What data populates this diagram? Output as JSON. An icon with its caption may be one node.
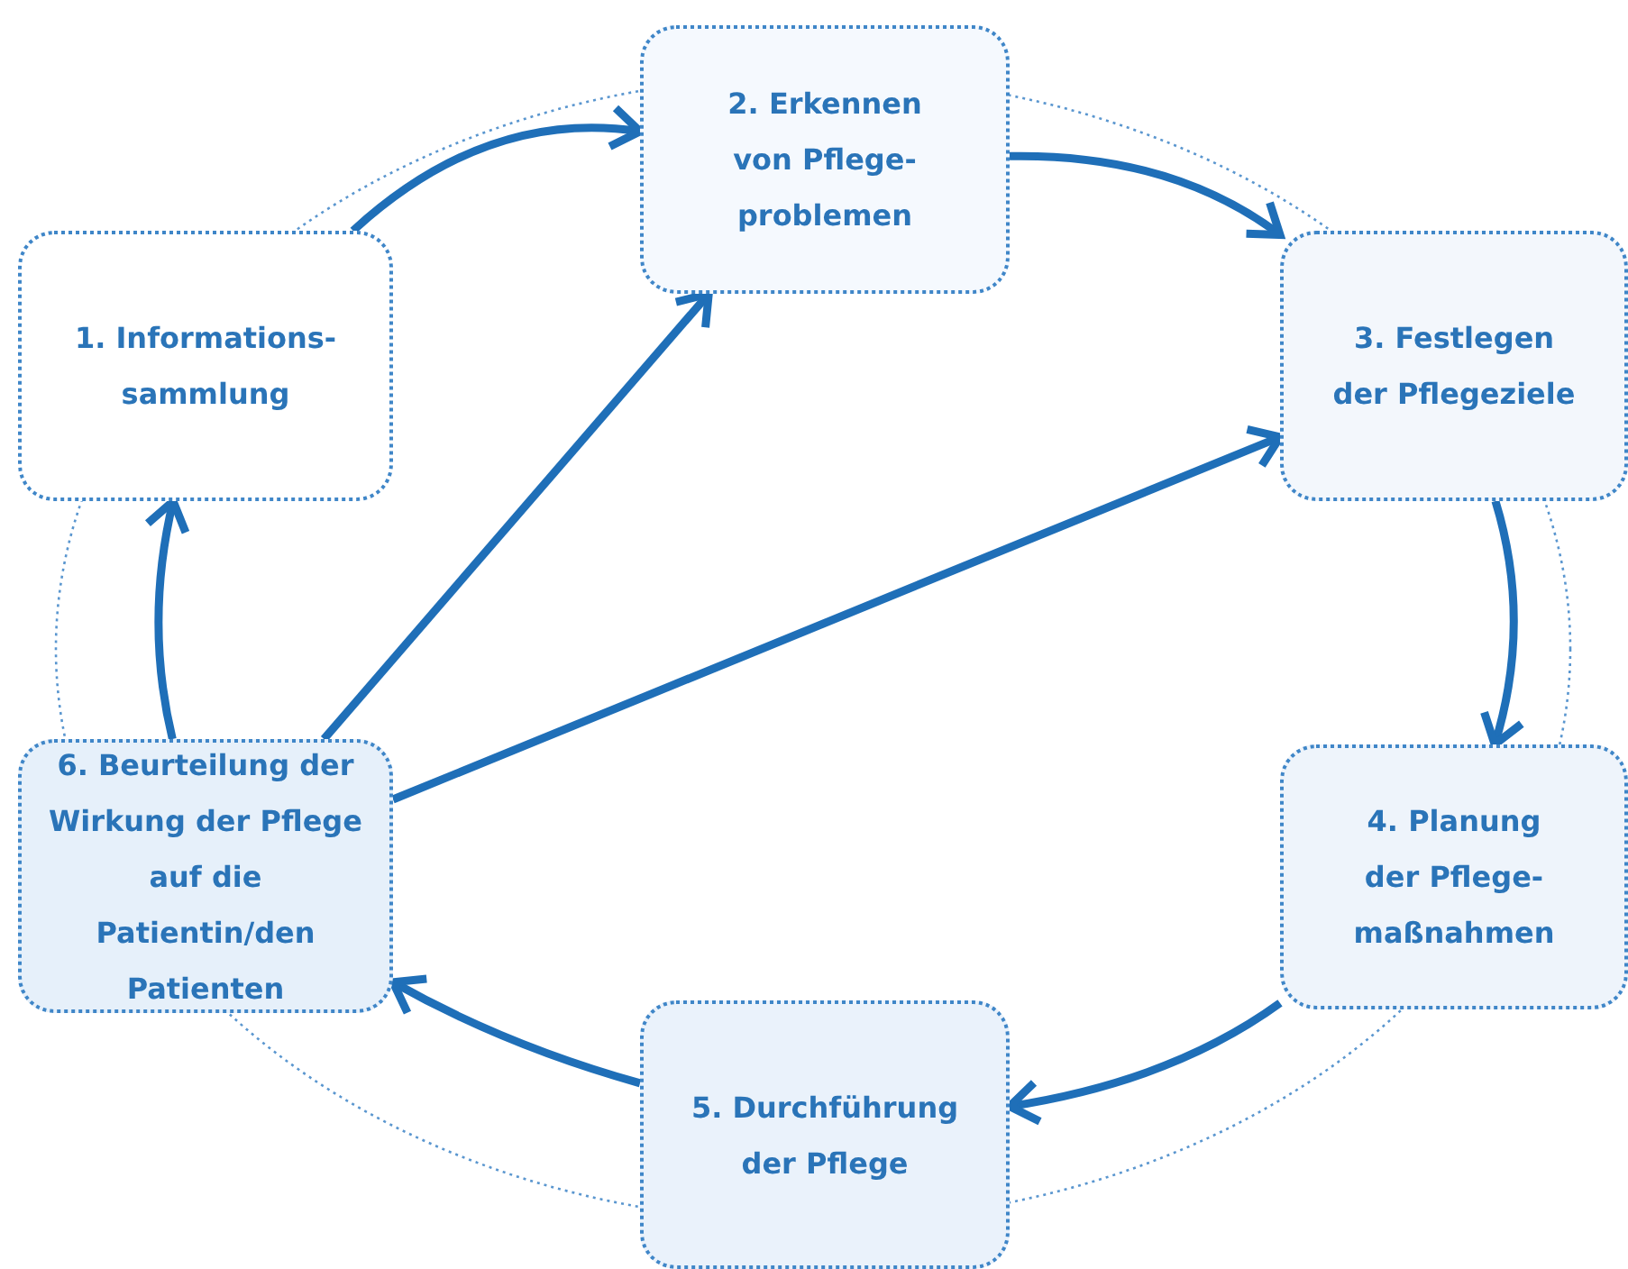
{
  "diagram": {
    "nodes": [
      {
        "text": [
          "1. Informations-sammlung"
        ]
      },
      {
        "text": [
          "2. Erkennen von Pflege-problemen"
        ]
      },
      {
        "text": [
          "3. Festlegen der Pflegeziele"
        ]
      },
      {
        "text": [
          "4. Planung der Pflege-maßnahmen"
        ]
      },
      {
        "text": [
          "5. Durchführung der Pflege"
        ]
      },
      {
        "text": [
          "6. Beurteilung der Wirkung der Pflege auf die Patientin/den Patienten"
        ]
      }
    ],
    "edges": [
      {
        "from": 0,
        "to": 1,
        "arrow": "to"
      },
      {
        "from": 1,
        "to": 2,
        "arrow": "to"
      },
      {
        "from": 2,
        "to": 3,
        "arrow": "to"
      },
      {
        "from": 3,
        "to": 4,
        "arrow": "to"
      },
      {
        "from": 4,
        "to": 5,
        "arrow": "to"
      },
      {
        "from": 5,
        "to": 0,
        "arrow": "to"
      },
      {
        "from": 5,
        "to": 1,
        "arrow": "to"
      },
      {
        "from": 5,
        "to": 2,
        "arrow": "to"
      }
    ]
  }
}
